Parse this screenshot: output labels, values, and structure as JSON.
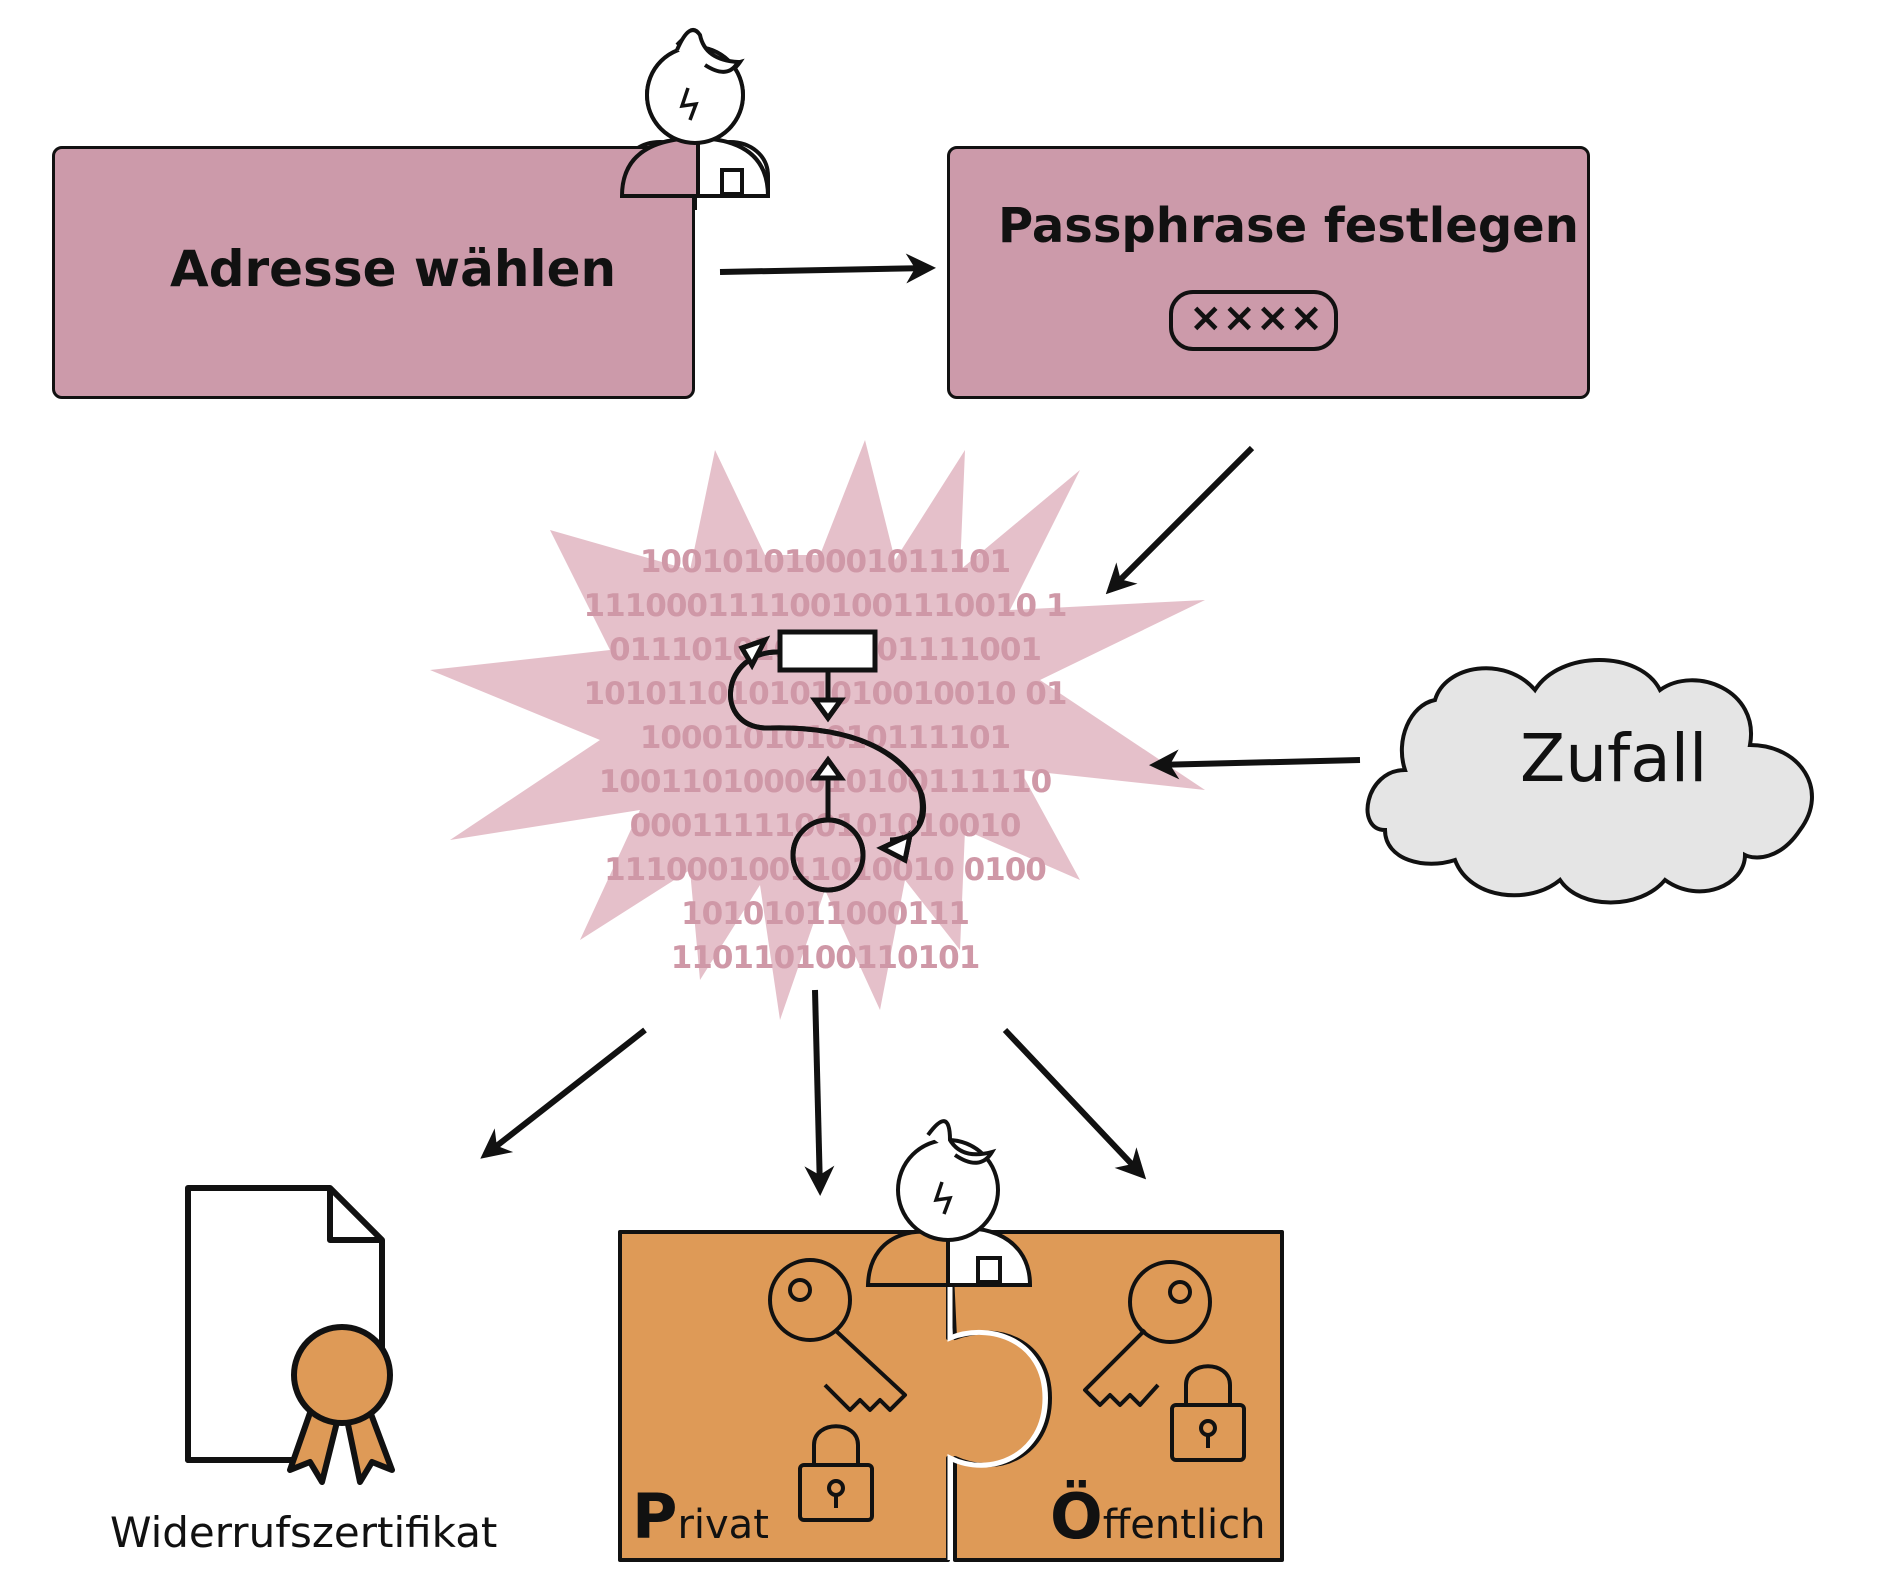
{
  "colors": {
    "pink": "#cc9aaa",
    "orange": "#de9a57",
    "cloud": "#e5e5e5",
    "ink": "#111111",
    "binary": "#cf98a7"
  },
  "step_address": {
    "label": "Adresse wählen",
    "icon": "user-icon"
  },
  "step_passphrase": {
    "label": "Passphrase festlegen",
    "mask": "××××",
    "icon": "password-field-icon"
  },
  "generator": {
    "icon": "key-generation-flowchart-icon",
    "binary_lines": [
      "100101010001011101",
      "1110001111001001110010 1",
      "011101010000101111001",
      "101011010101010010010 01",
      "100010101010111101",
      "1001101000010100111110",
      "0001111100101010010",
      "11100010011010010 0100",
      "10101011000111",
      "110110100110101"
    ]
  },
  "random": {
    "label": "Zufall",
    "icon": "cloud-icon"
  },
  "revocation": {
    "label": "Widerrufszertifikat",
    "icon": "certificate-icon"
  },
  "keypair": {
    "private_initial": "P",
    "private_rest": "rivat",
    "public_initial": "Ö",
    "public_rest": "ffentlich",
    "icons": [
      "key-icon",
      "padlock-icon",
      "user-icon",
      "puzzle-icon"
    ]
  }
}
